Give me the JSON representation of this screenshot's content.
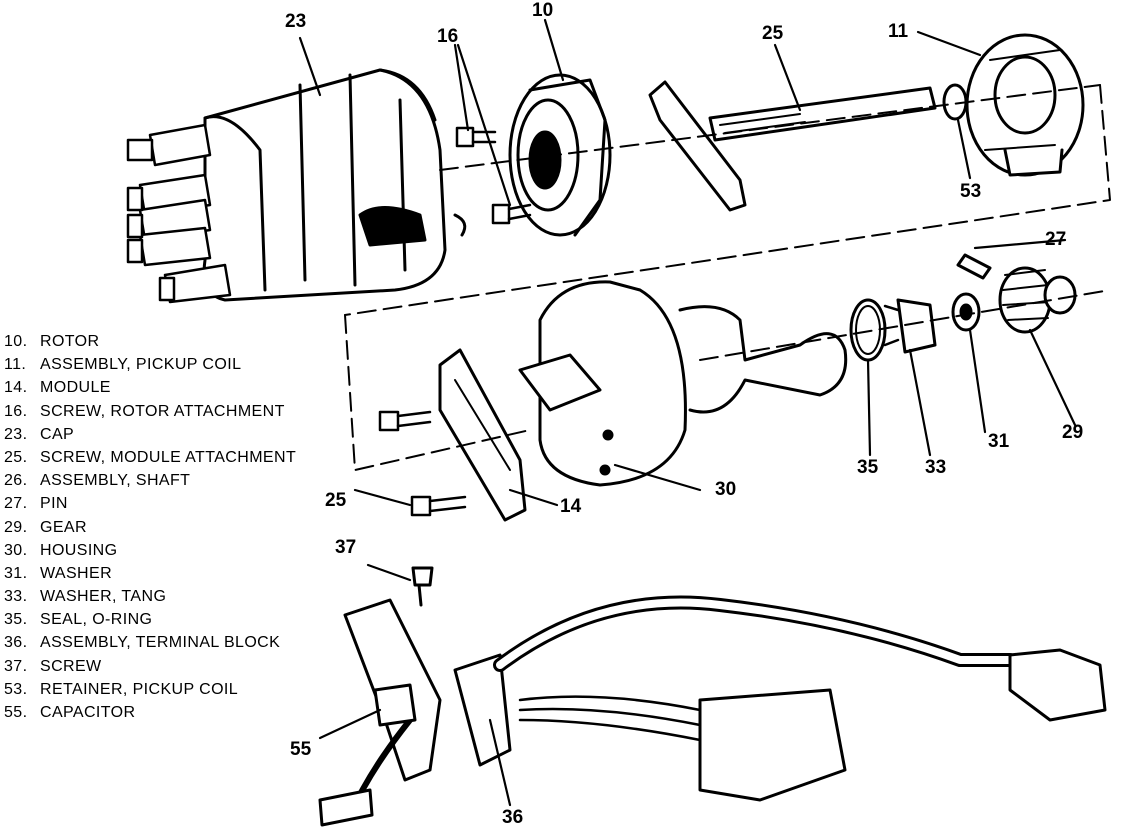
{
  "callouts": [
    {
      "id": "c23",
      "text": "23"
    },
    {
      "id": "c16",
      "text": "16"
    },
    {
      "id": "c10",
      "text": "10"
    },
    {
      "id": "c25a",
      "text": "25"
    },
    {
      "id": "c11",
      "text": "11"
    },
    {
      "id": "c53",
      "text": "53"
    },
    {
      "id": "c27",
      "text": "27"
    },
    {
      "id": "c29",
      "text": "29"
    },
    {
      "id": "c31",
      "text": "31"
    },
    {
      "id": "c33",
      "text": "33"
    },
    {
      "id": "c35",
      "text": "35"
    },
    {
      "id": "c30",
      "text": "30"
    },
    {
      "id": "c14",
      "text": "14"
    },
    {
      "id": "c25b",
      "text": "25"
    },
    {
      "id": "c37",
      "text": "37"
    },
    {
      "id": "c55",
      "text": "55"
    },
    {
      "id": "c36",
      "text": "36"
    }
  ],
  "legend": [
    {
      "num": "10.",
      "label": "ROTOR"
    },
    {
      "num": "11.",
      "label": "ASSEMBLY, PICKUP COIL"
    },
    {
      "num": "14.",
      "label": "MODULE"
    },
    {
      "num": "16.",
      "label": "SCREW, ROTOR ATTACHMENT"
    },
    {
      "num": "23.",
      "label": "CAP"
    },
    {
      "num": "25.",
      "label": "SCREW, MODULE ATTACHMENT"
    },
    {
      "num": "26.",
      "label": "ASSEMBLY, SHAFT"
    },
    {
      "num": "27.",
      "label": "PIN"
    },
    {
      "num": "29.",
      "label": "GEAR"
    },
    {
      "num": "30.",
      "label": "HOUSING"
    },
    {
      "num": "31.",
      "label": "WASHER"
    },
    {
      "num": "33.",
      "label": "WASHER, TANG"
    },
    {
      "num": "35.",
      "label": "SEAL, O-RING"
    },
    {
      "num": "36.",
      "label": "ASSEMBLY, TERMINAL BLOCK"
    },
    {
      "num": "37.",
      "label": "SCREW"
    },
    {
      "num": "53.",
      "label": "RETAINER, PICKUP COIL"
    },
    {
      "num": "55.",
      "label": "CAPACITOR"
    }
  ],
  "colors": {
    "ink": "#000000",
    "paper": "#ffffff"
  }
}
